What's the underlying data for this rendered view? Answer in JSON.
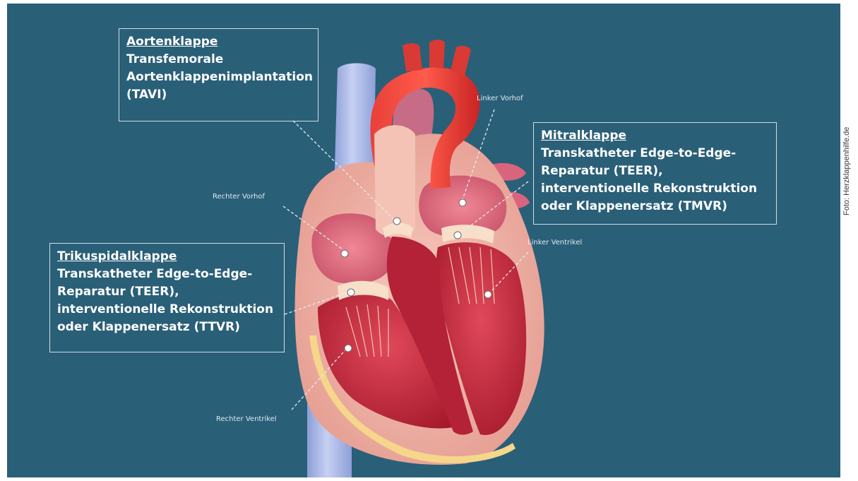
{
  "callouts": {
    "aorta": {
      "title": "Aortenklappe",
      "lines": [
        "Transfemorale",
        "Aortenklappenimplantation",
        "(TAVI)"
      ]
    },
    "mitral": {
      "title": "Mitralklappe",
      "lines": [
        "Transkatheter Edge-to-Edge-",
        "Reparatur (TEER),",
        "interventionelle Rekonstruktion",
        "oder Klappenersatz (TMVR)"
      ]
    },
    "tricuspid": {
      "title": "Trikuspidalklappe",
      "lines": [
        "Transkatheter Edge-to-Edge-",
        "Reparatur (TEER),",
        "interventionelle Rekonstruktion",
        "oder Klappenersatz (TTVR)"
      ]
    }
  },
  "anatomy_labels": {
    "left_atrium": "Linker Vorhof",
    "right_atrium": "Rechter Vorhof",
    "left_ventricle": "Linker Ventrikel",
    "right_ventricle": "Rechter Ventrikel"
  },
  "credit": "Foto: Herzklappenhilfe.de",
  "colors": {
    "background": "#2a5f78",
    "myocardium": "#f2b8ae",
    "chamber": "#c8283a",
    "aorta": "#e0312e",
    "vena_cava": "#aab8e6",
    "callout_border": "#cfdde5"
  }
}
